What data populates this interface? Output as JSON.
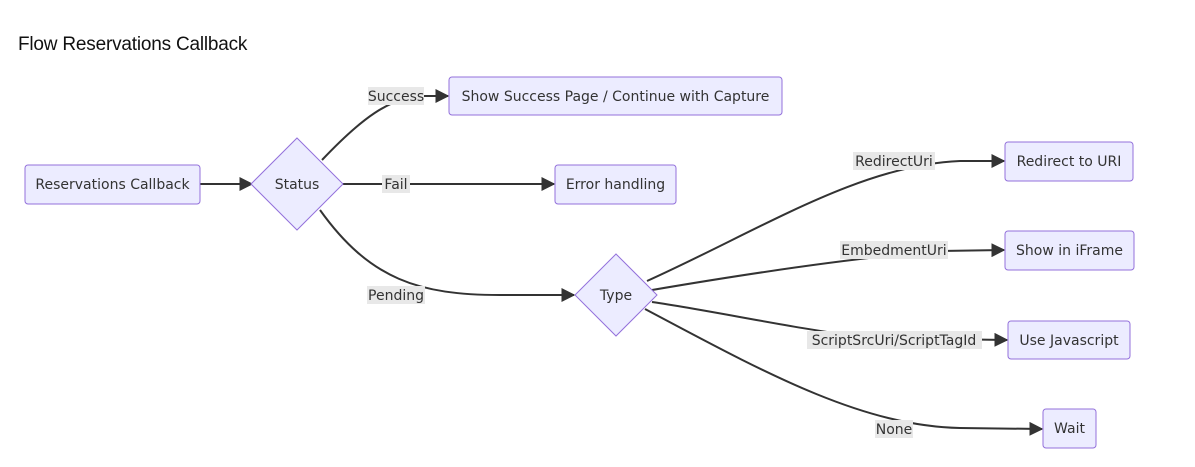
{
  "title": "Flow Reservations Callback",
  "nodes": {
    "callback": "Reservations Callback",
    "status": "Status",
    "success_page": "Show Success Page / Continue with Capture",
    "error": "Error handling",
    "type": "Type",
    "redirect": "Redirect to URI",
    "iframe": "Show in iFrame",
    "javascript": "Use Javascript",
    "wait": "Wait"
  },
  "edges": {
    "success": "Success",
    "fail": "Fail",
    "pending": "Pending",
    "redirect_uri": "RedirectUri",
    "embedment_uri": "EmbedmentUri",
    "script": "ScriptSrcUri/ScriptTagId",
    "none": "None"
  }
}
